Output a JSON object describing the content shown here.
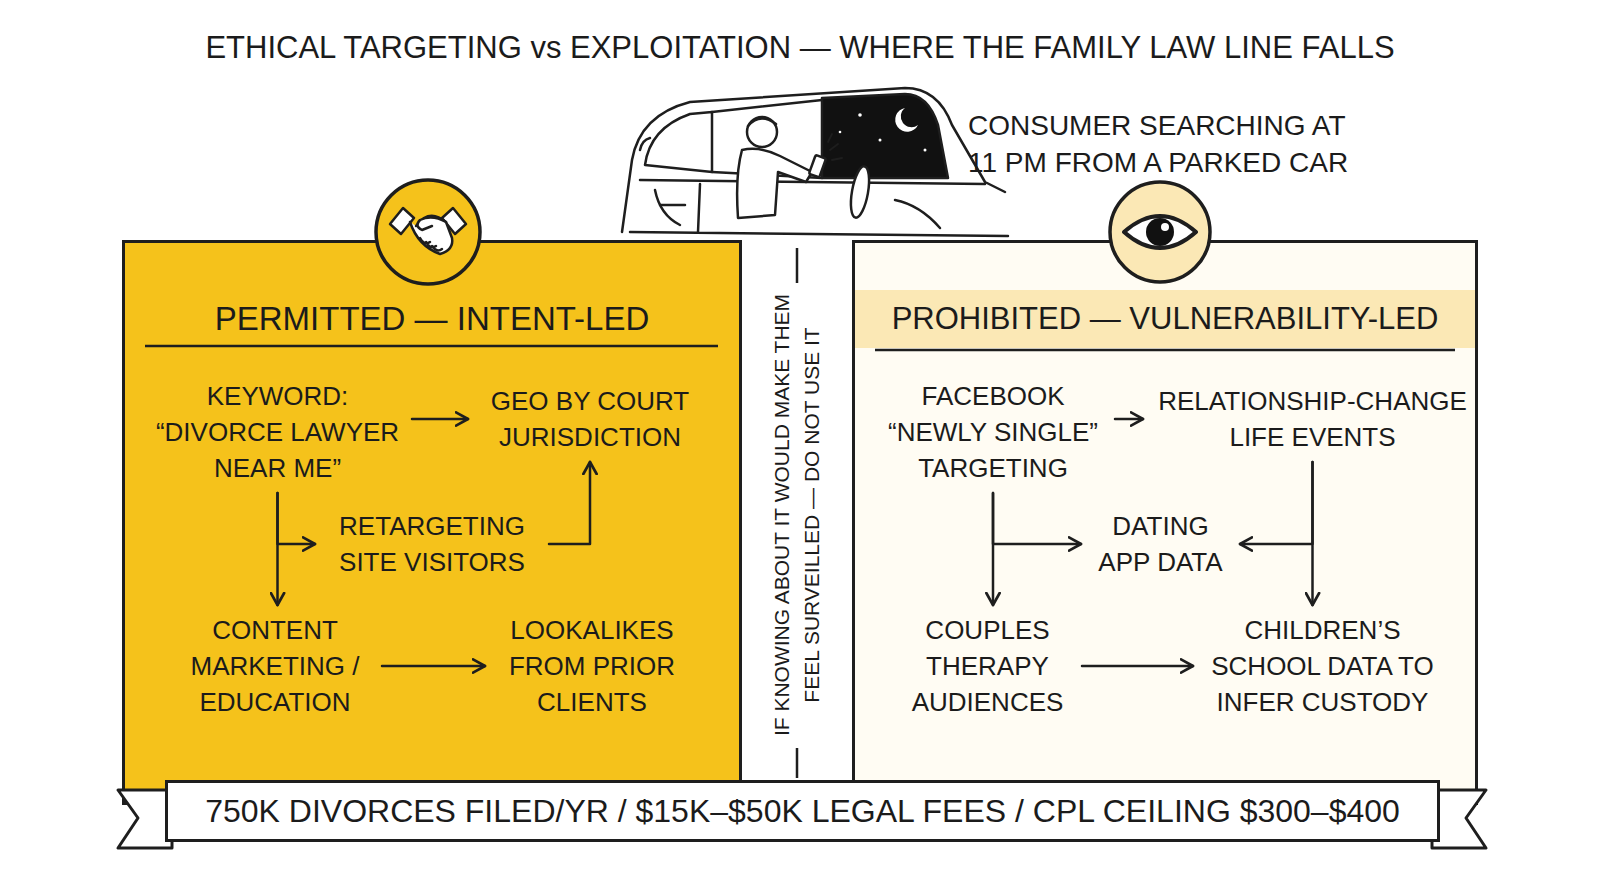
{
  "diagram": {
    "title": "ETHICAL TARGETING vs EXPLOITATION — WHERE THE FAMILY LAW LINE FALLS",
    "nodes": [
      {
        "text": [
          "PERMITTED — INTENT-LED"
        ]
      },
      {
        "text": [
          "KEYWORD: “DIVORCE LAWYER NEAR ME”"
        ],
        "in": 0
      },
      {
        "text": [
          "GEO BY COURT JURISDICTION"
        ],
        "in": 0
      },
      {
        "text": [
          "RETARGETING SITE VISITORS"
        ],
        "in": 0
      },
      {
        "text": [
          "CONTENT MARKETING / EDUCATION"
        ],
        "in": 0
      },
      {
        "text": [
          "LOOKALIKES FROM PRIOR CLIENTS"
        ],
        "in": 0
      },
      {
        "text": [
          "PROHIBITED — VULNERABILITY-LED"
        ]
      },
      {
        "text": [
          "FACEBOOK “NEWLY SINGLE” TARGETING"
        ],
        "in": 6
      },
      {
        "text": [
          "RELATIONSHIP-CHANGE LIFE EVENTS"
        ],
        "in": 6
      },
      {
        "text": [
          "DATING APP DATA"
        ],
        "in": 6
      },
      {
        "text": [
          "COUPLES THERAPY AUDIENCES"
        ],
        "in": 6
      },
      {
        "text": [
          "CHILDREN’S SCHOOL DATA TO INFER CUSTODY"
        ],
        "in": 6
      },
      {
        "text": [
          "750K DIVORCES FILED/YR / $15K–$50K LEGAL FEES / CPL CEILING $300–$400"
        ]
      }
    ],
    "edges": [
      {
        "from": 1,
        "to": 2,
        "arrow": "to"
      },
      {
        "from": 1,
        "to": 3,
        "arrow": "to"
      },
      {
        "from": 1,
        "to": 4,
        "arrow": "to"
      },
      {
        "from": 3,
        "to": 2,
        "arrow": "to"
      },
      {
        "from": 4,
        "to": 5,
        "arrow": "to"
      },
      {
        "from": 7,
        "to": 8,
        "arrow": "to"
      },
      {
        "from": 7,
        "to": 9,
        "arrow": "to"
      },
      {
        "from": 7,
        "to": 10,
        "arrow": "to"
      },
      {
        "from": 8,
        "to": 9,
        "arrow": "to"
      },
      {
        "from": 8,
        "to": 11,
        "arrow": "to"
      },
      {
        "from": 10,
        "to": 11,
        "arrow": "to"
      }
    ],
    "labels": [
      "CONSUMER SEARCHING AT 11 PM FROM A PARKED CAR",
      "IF KNOWING ABOUT IT WOULD MAKE THEM FEEL SURVEILLED — DO NOT USE IT"
    ]
  }
}
